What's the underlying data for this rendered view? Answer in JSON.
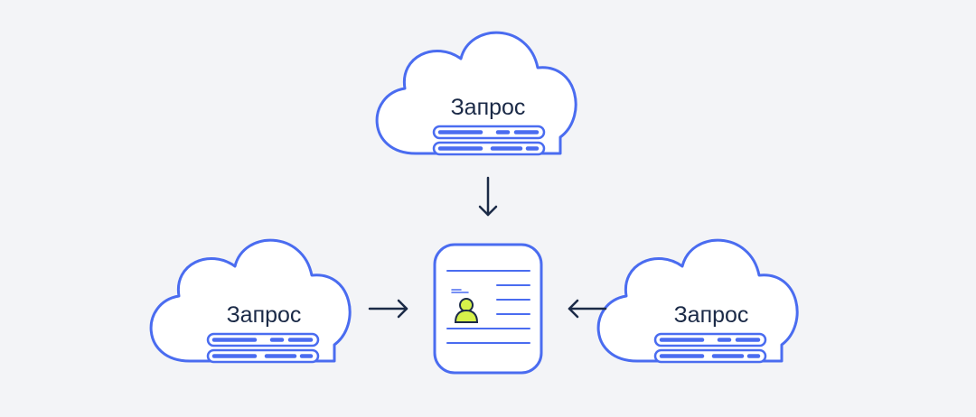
{
  "diagram": {
    "clouds": [
      {
        "id": "top",
        "label": "Запрос"
      },
      {
        "id": "left",
        "label": "Запрос"
      },
      {
        "id": "right",
        "label": "Запрос"
      }
    ],
    "center": {
      "type": "document-with-user",
      "icon": "profile-document-icon"
    },
    "arrows": [
      {
        "from": "top",
        "to": "center",
        "direction": "down"
      },
      {
        "from": "left",
        "to": "center",
        "direction": "right"
      },
      {
        "from": "right",
        "to": "center",
        "direction": "left"
      }
    ],
    "colors": {
      "background": "#f3f4f7",
      "outline": "#4a6cf0",
      "fill": "#ffffff",
      "text": "#1b2a47",
      "arrow": "#1b2a47",
      "user_accent": "#d6f24a"
    }
  }
}
